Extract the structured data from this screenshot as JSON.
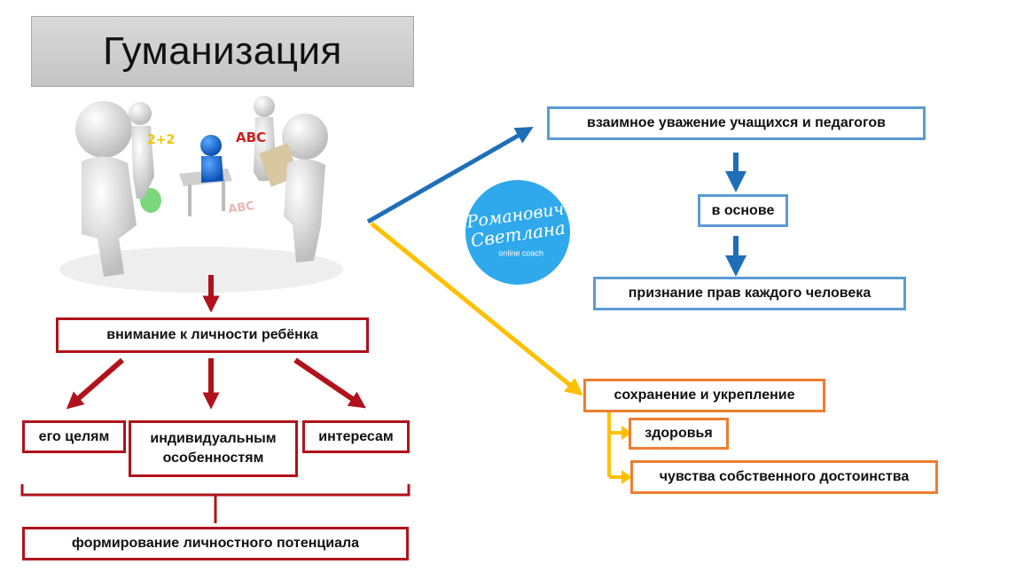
{
  "title": "Гуманизация",
  "left": {
    "center": "внимание к личности ребёнка",
    "branches": [
      "его целям",
      "индивидуальным особенностям",
      "интересам"
    ],
    "result": "формирование личностного потенциала"
  },
  "right_top": {
    "top": "взаимное уважение учащихся и педагогов",
    "middle": "в основе",
    "bottom": "признание прав каждого человека"
  },
  "right_bottom": {
    "main": "сохранение и укрепление",
    "items": [
      "здоровья",
      "чувства собственного достоинства"
    ]
  },
  "logo": {
    "line1": "Романович",
    "line2": "Светлана",
    "line3": "online coach"
  },
  "illustration": {
    "label_left": "2+2",
    "label_right": "ABC",
    "label_floor": "ABC"
  },
  "colors": {
    "red": "#b0121b",
    "blue": "#1f6fb8",
    "yellow": "#ffc000",
    "orange_border": "#ed7d31",
    "blue_border": "#5b9bd5",
    "logo_bg": "#2fa9ec"
  }
}
